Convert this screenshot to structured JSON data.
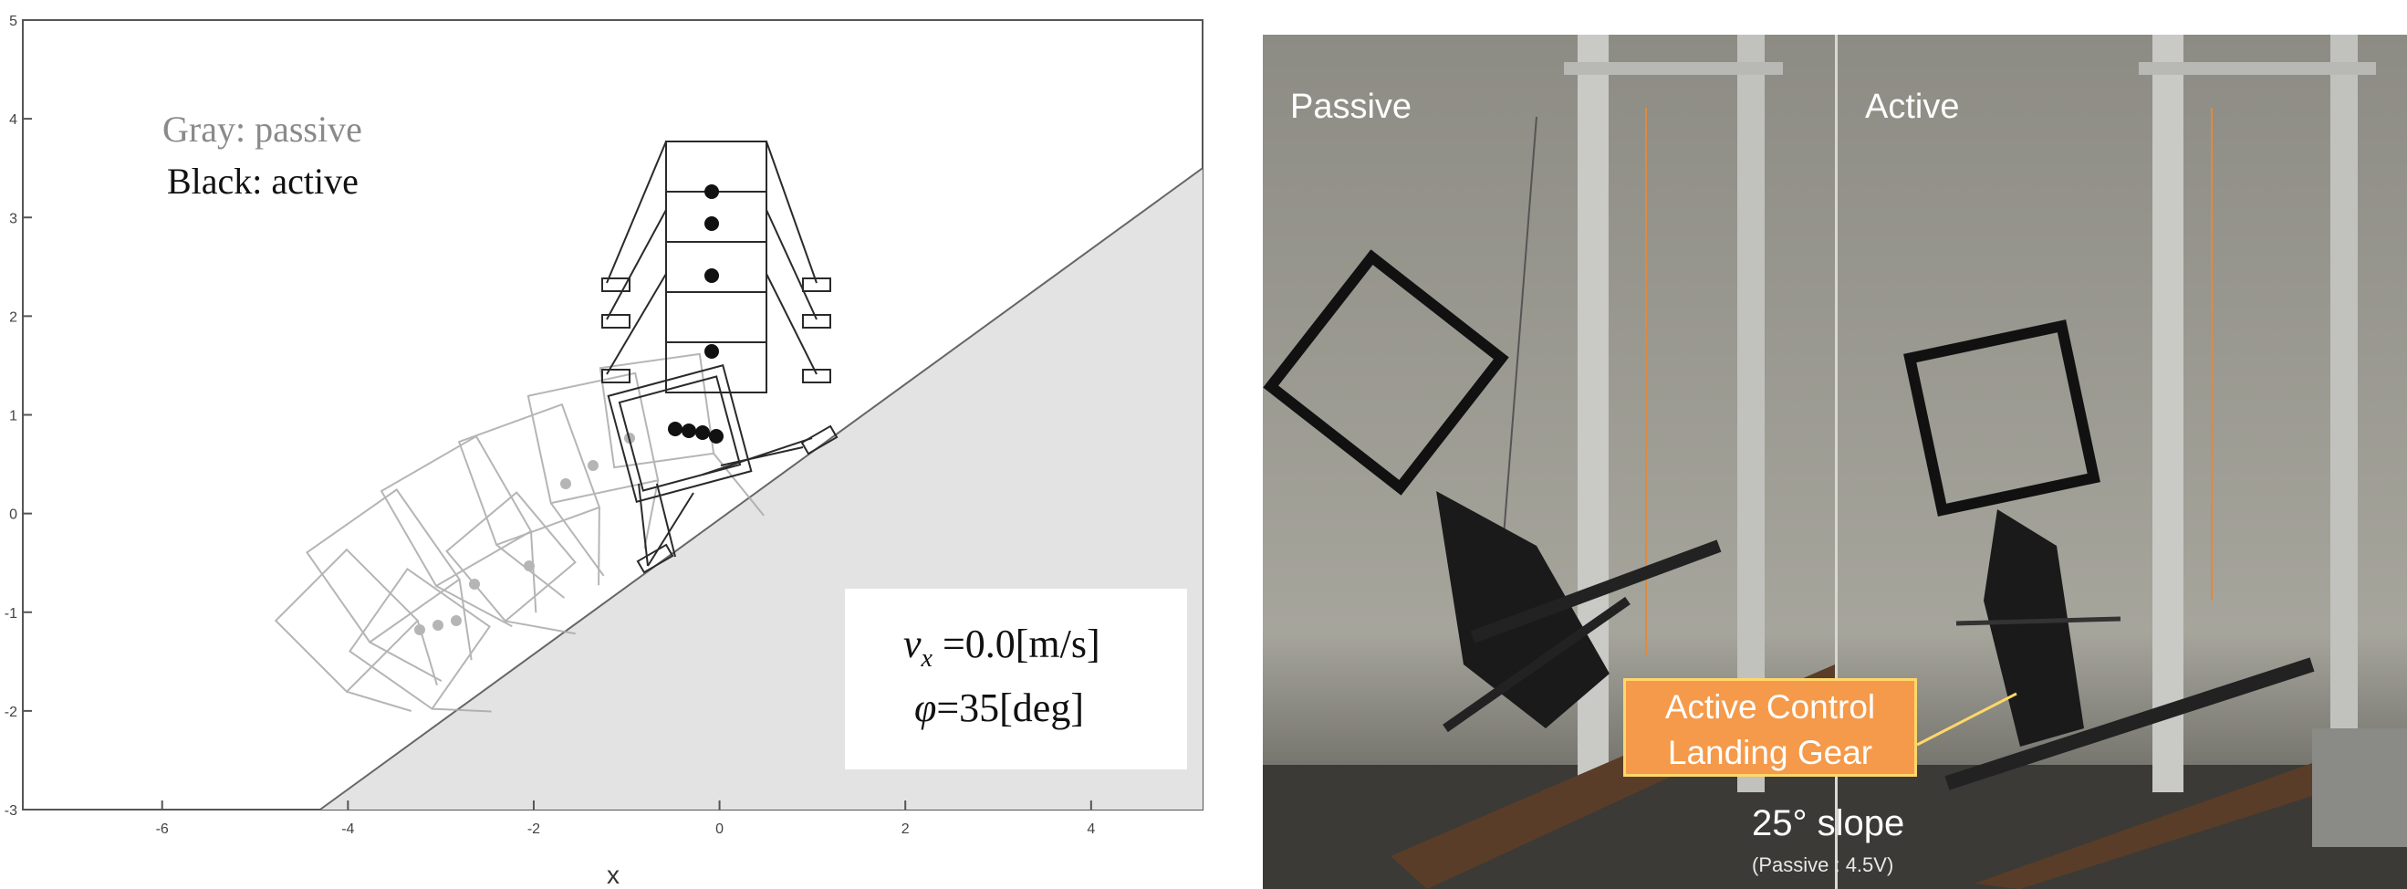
{
  "simulation": {
    "legend_passive": "Gray: passive",
    "legend_active": "Black: active",
    "param_vx_symbol": "v",
    "param_vx_sub": "x",
    "param_vx_value": " =0.0[m/s]",
    "param_phi_symbol": "φ",
    "param_phi_value": "=35[deg]",
    "x_axis_label": "x",
    "x_ticks": [
      "-6",
      "-4",
      "-2",
      "0",
      "2",
      "4"
    ],
    "y_ticks": [
      "5",
      "4",
      "3",
      "2",
      "1",
      "0",
      "-1",
      "-2",
      "-3"
    ],
    "xlim": [
      -7.5,
      5.2
    ],
    "ylim": [
      -3,
      5
    ],
    "slope_line": {
      "x1": -4.3,
      "y1": -3,
      "x2": 5.2,
      "y2": 3.5
    },
    "slope_fill_color": "#e3e3e3",
    "passive_color": "#a9a9a9",
    "active_color": "#2a2a2a"
  },
  "photos": {
    "left_label": "Passive",
    "right_label": "Active",
    "callout_line1": "Active Control",
    "callout_line2": "Landing Gear",
    "callout_color": "#f59a4a",
    "slope_label": "25° slope",
    "slope_sub": "(Passive : 4.5V)"
  }
}
